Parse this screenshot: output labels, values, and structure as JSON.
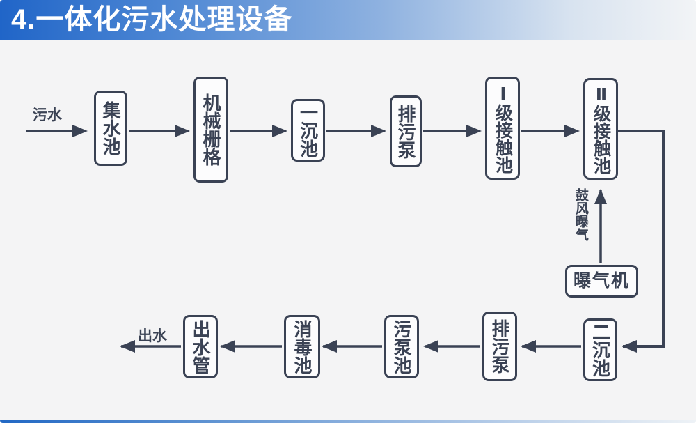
{
  "title_bar": {
    "title": "4.一体化污水处理设备"
  },
  "colors": {
    "title_gradient_start": "#2065c8",
    "title_gradient_end": "#f2f4f6",
    "ink": "#3a4254",
    "background": "#f4f4f5",
    "box_fill": "#fcfcfd",
    "accent_bar": "#2268c4"
  },
  "flow": {
    "inflow_label": "污水",
    "outflow_label": "出水",
    "aeration_label": "鼓风曝气",
    "nodes": {
      "collection_pool": "集水池",
      "mechanical_grid": "机械栅格",
      "primary_sedimentation": "一沉池",
      "sewage_pump_top": "排污泵",
      "contact_pool_1": "Ⅰ级接触池",
      "contact_pool_2": "Ⅱ级接触池",
      "aerator": "曝气机",
      "secondary_sedimentation": "二沉池",
      "sewage_pump_bottom": "排污泵",
      "sewage_pump_pool": "污泵池",
      "disinfection_pool": "消毒池",
      "outlet_pipe": "出水管"
    }
  }
}
